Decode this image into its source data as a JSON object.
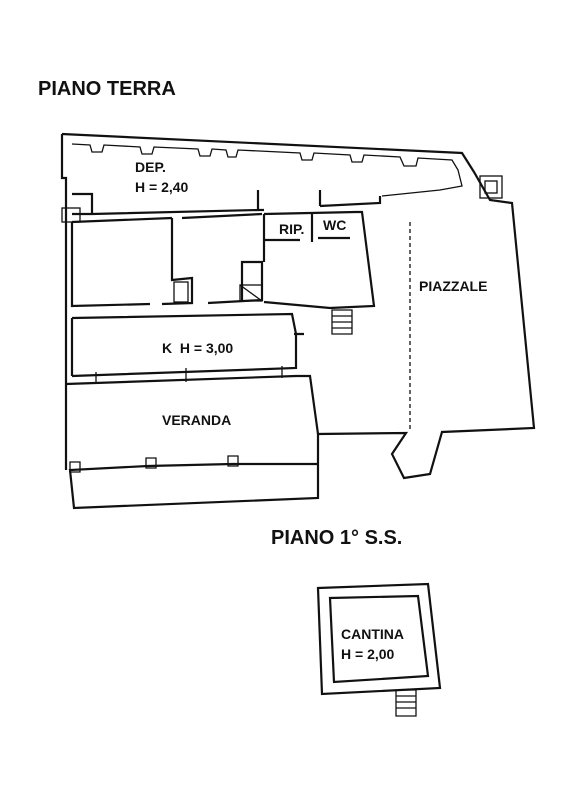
{
  "floors": {
    "ground": {
      "title": "PIANO TERRA",
      "rooms": {
        "dep_name": "DEP.",
        "dep_height": "H = 2,40",
        "rip": "RIP.",
        "wc": "WC",
        "piazzale": "PIAZZALE",
        "kitchen": "K  H = 3,00",
        "veranda": "VERANDA"
      }
    },
    "basement": {
      "title": "PIANO 1° S.S.",
      "rooms": {
        "cantina_name": "CANTINA",
        "cantina_height": "H = 2,00"
      }
    }
  },
  "colors": {
    "ink": "#111111",
    "paper": "#ffffff"
  }
}
